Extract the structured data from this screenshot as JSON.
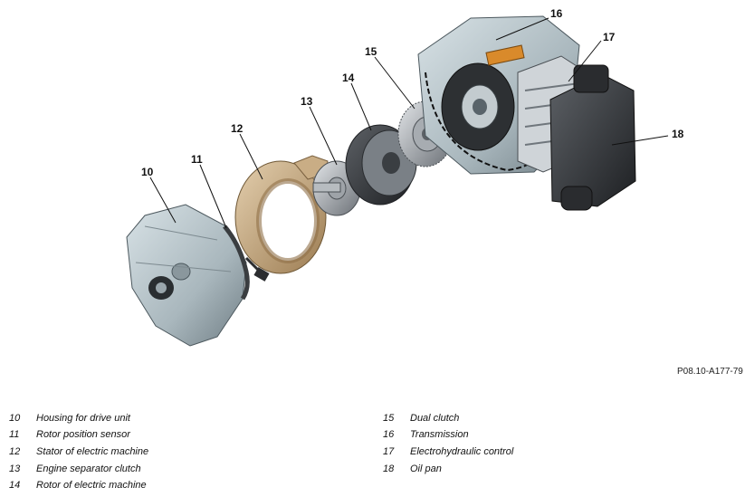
{
  "figure": {
    "reference_code": "P08.10-A177-79",
    "callouts": [
      "10",
      "11",
      "12",
      "13",
      "14",
      "15",
      "16",
      "17",
      "18"
    ],
    "colors": {
      "housing": "#b9c6cc",
      "stator": "#c4a57e",
      "rotor": "#6f7478",
      "clutch": "#a9adb1",
      "oil_pan": "#3b3e42",
      "accent_orange": "#d98a2b",
      "seal_line": "#111111"
    }
  },
  "legend": {
    "left": [
      {
        "num": "10",
        "label": "Housing for drive unit"
      },
      {
        "num": "11",
        "label": "Rotor position sensor"
      },
      {
        "num": "12",
        "label": "Stator of electric machine"
      },
      {
        "num": "13",
        "label": "Engine separator clutch"
      },
      {
        "num": "14",
        "label": "Rotor of electric machine"
      }
    ],
    "right": [
      {
        "num": "15",
        "label": "Dual clutch"
      },
      {
        "num": "16",
        "label": "Transmission"
      },
      {
        "num": "17",
        "label": "Electrohydraulic control"
      },
      {
        "num": "18",
        "label": "Oil pan"
      }
    ]
  }
}
